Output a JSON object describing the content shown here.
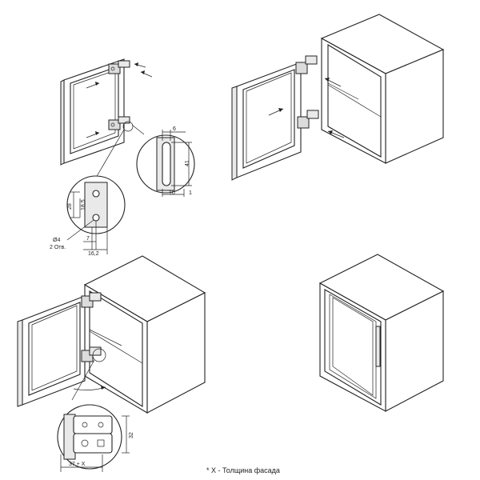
{
  "detail_top": {
    "dims": {
      "d28": "28",
      "d18_5": "18,5",
      "d7": "7",
      "d16_2": "16,2",
      "d4": "Ø4",
      "holes": "2 Отв."
    }
  },
  "detail_slot": {
    "dims": {
      "d6": "6",
      "d41": "41",
      "d10": "10",
      "d1": "1"
    }
  },
  "detail_bottom": {
    "dims": {
      "d32": "32",
      "d37x": "37 + X"
    }
  },
  "footnote": "* X - Толщина фасада"
}
